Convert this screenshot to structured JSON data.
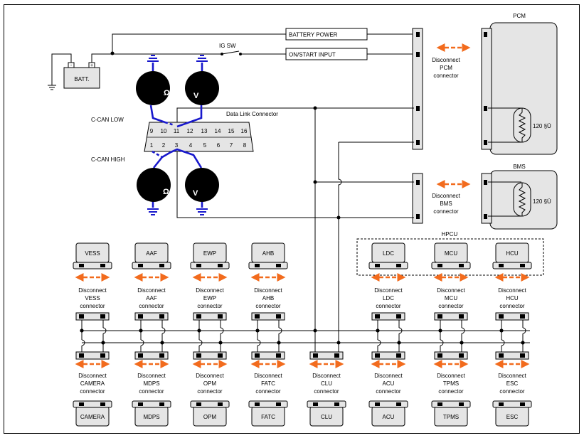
{
  "labels": {
    "battery": "BATT.",
    "battery_minus": "-",
    "battery_plus": "+",
    "ig_switch": "IG SW",
    "battery_power": "BATTERY POWER",
    "on_start_input": "ON/START INPUT",
    "dlc": "Data Link Connector",
    "c_can_low": "C-CAN LOW",
    "c_can_high": "C-CAN HIGH",
    "pcm": "PCM",
    "bms": "BMS",
    "hpcu": "HPCU",
    "resistor_value": "120 §Ü",
    "ohm_symbol": "Ω",
    "volt_symbol": "V"
  },
  "dlc_pins_top": [
    "9",
    "10",
    "11",
    "12",
    "13",
    "14",
    "15",
    "16"
  ],
  "dlc_pins_bottom": [
    "1",
    "2",
    "3",
    "4",
    "5",
    "6",
    "7",
    "8"
  ],
  "disconnect_text": "Disconnect",
  "connector_text": "connector",
  "pcm_disconnect": [
    "Disconnect",
    "PCM",
    "connector"
  ],
  "bms_disconnect": [
    "Disconnect",
    "BMS",
    "connector"
  ],
  "top_modules": [
    {
      "name": "VESS"
    },
    {
      "name": "AAF"
    },
    {
      "name": "EWP"
    },
    {
      "name": "AHB"
    },
    {
      "name": "LDC"
    },
    {
      "name": "MCU"
    },
    {
      "name": "HCU"
    }
  ],
  "bottom_modules": [
    {
      "name": "CAMERA"
    },
    {
      "name": "MDPS"
    },
    {
      "name": "OPM"
    },
    {
      "name": "FATC"
    },
    {
      "name": "CLU"
    },
    {
      "name": "ACU"
    },
    {
      "name": "TPMS"
    },
    {
      "name": "ESC"
    }
  ],
  "colors": {
    "can_wire": "#1818cc",
    "arrow": "#f26b1d",
    "box_fill": "#e5e5e5",
    "meter": "#000000"
  }
}
